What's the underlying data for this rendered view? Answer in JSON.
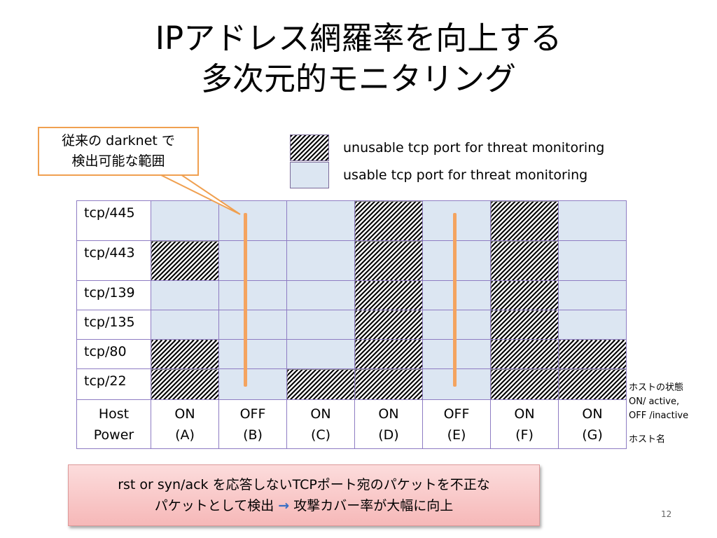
{
  "slide": {
    "title_line1": "IPアドレス網羅率を向上する",
    "title_line2": "多次元的モニタリング",
    "page_number": "12"
  },
  "callout": {
    "line1": "従来の darknet で",
    "line2": "検出可能な範囲"
  },
  "legend": {
    "unusable": "unusable tcp port for threat monitoring",
    "usable": "usable tcp port for threat monitoring"
  },
  "grid": {
    "ports": [
      "tcp/445",
      "tcp/443",
      "tcp/139",
      "tcp/135",
      "tcp/80",
      "tcp/22"
    ],
    "hosts": [
      {
        "power": "ON",
        "name": "(A)",
        "states": [
          "usable",
          "unusable",
          "usable",
          "usable",
          "unusable",
          "unusable"
        ]
      },
      {
        "power": "OFF",
        "name": "(B)",
        "states": [
          "usable",
          "usable",
          "usable",
          "usable",
          "usable",
          "usable"
        ]
      },
      {
        "power": "ON",
        "name": "(C)",
        "states": [
          "usable",
          "usable",
          "usable",
          "usable",
          "usable",
          "unusable"
        ]
      },
      {
        "power": "ON",
        "name": "(D)",
        "states": [
          "unusable",
          "unusable",
          "unusable",
          "unusable",
          "unusable",
          "unusable"
        ]
      },
      {
        "power": "OFF",
        "name": "(E)",
        "states": [
          "usable",
          "usable",
          "usable",
          "usable",
          "usable",
          "usable"
        ]
      },
      {
        "power": "ON",
        "name": "(F)",
        "states": [
          "unusable",
          "unusable",
          "unusable",
          "unusable",
          "unusable",
          "unusable"
        ]
      },
      {
        "power": "ON",
        "name": "(G)",
        "states": [
          "usable",
          "usable",
          "usable",
          "usable",
          "unusable",
          "unusable"
        ]
      }
    ],
    "power_label_line1": "Host",
    "power_label_line2": "Power"
  },
  "side_notes": {
    "state_title": "ホストの状態",
    "on_meaning": "ON/ active,",
    "off_meaning": "OFF /inactive",
    "host_name": "ホスト名"
  },
  "bottom": {
    "line1": "rst  or  syn/ack を応答しないTCPポート宛のパケットを不正な",
    "line2_before": "パケットとして検出",
    "arrow": "→",
    "line2_after": "攻撃カバー率が大幅に向上"
  },
  "colors": {
    "usable_fill": "#dce6f2",
    "grid_border": "#8e7cc3",
    "callout_border": "#f0a050",
    "orange_line": "#f4a460",
    "bottom_box": "#f6b8b8"
  }
}
